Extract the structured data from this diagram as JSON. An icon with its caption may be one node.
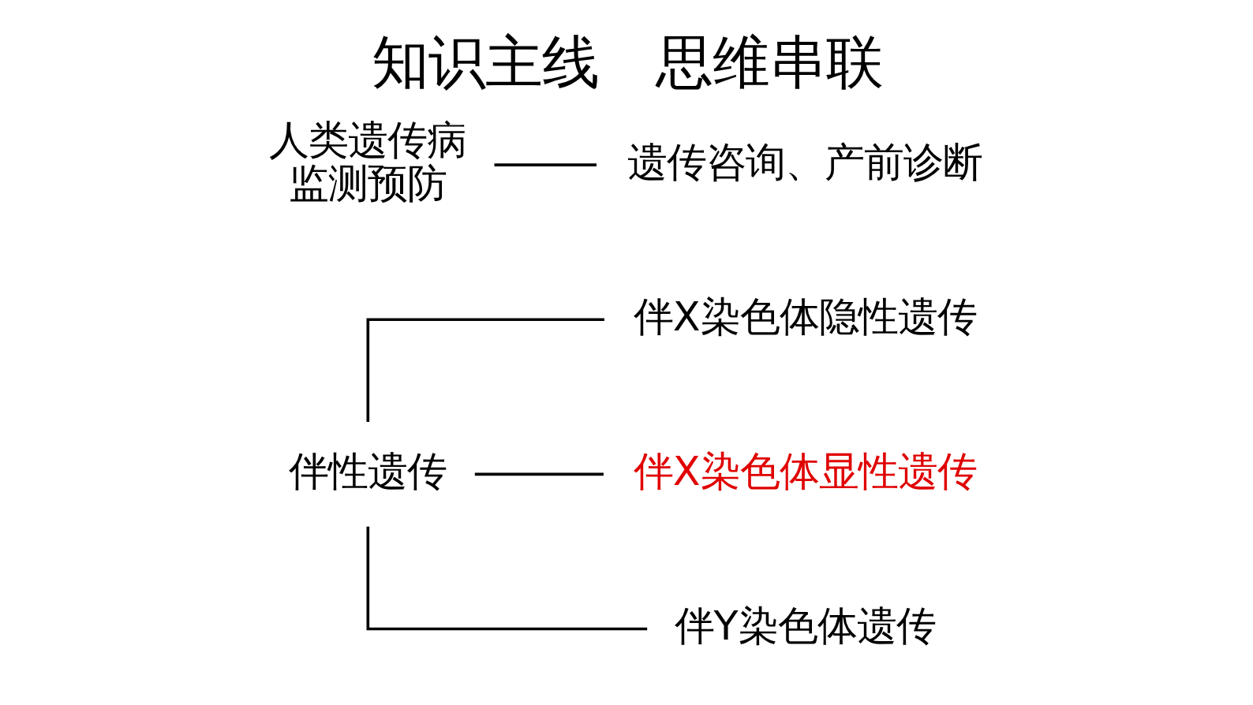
{
  "diagram": {
    "title": "知识主线　思维串联",
    "nodes": [
      {
        "text": [
          "伴性遗传"
        ]
      },
      {
        "text": [
          "伴X染色体隐性遗传"
        ]
      },
      {
        "text": [
          "伴X染色体显性遗传"
        ]
      },
      {
        "text": [
          "伴Y染色体遗传"
        ]
      },
      {
        "text": [
          "人类遗传病",
          "监测预防"
        ]
      },
      {
        "text": [
          "遗传咨询、产前诊断"
        ]
      }
    ],
    "edges": [
      {
        "from": 0,
        "to": 1,
        "arrow": "none"
      },
      {
        "from": 0,
        "to": 2,
        "arrow": "none"
      },
      {
        "from": 0,
        "to": 3,
        "arrow": "none"
      },
      {
        "from": 4,
        "to": 5,
        "arrow": "none"
      }
    ]
  }
}
